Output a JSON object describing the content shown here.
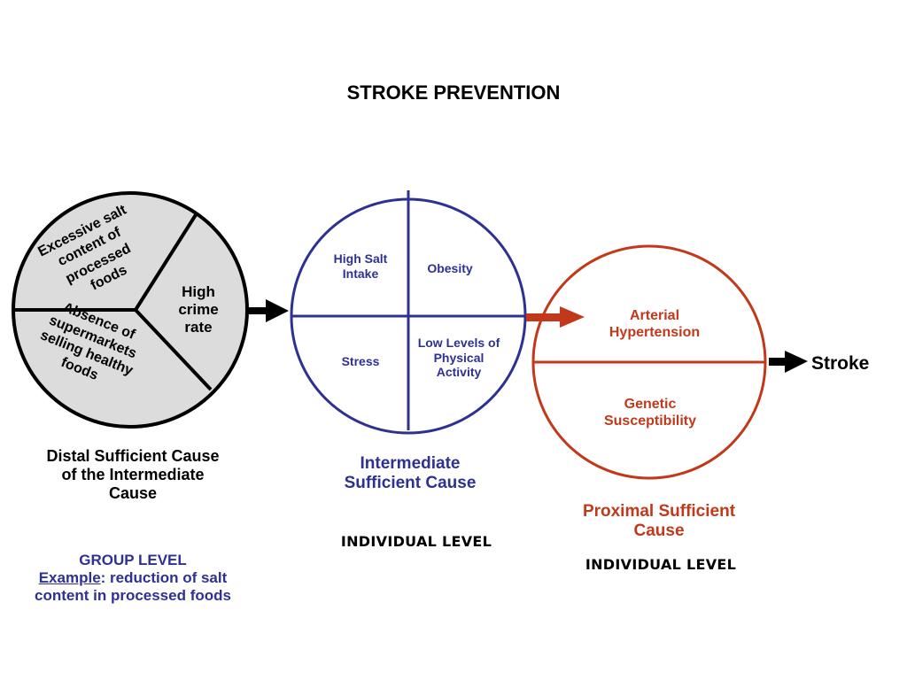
{
  "title": "STROKE PREVENTION",
  "colors": {
    "distal": "#000000",
    "intermediate": "#2e3192",
    "proximal": "#c1391a",
    "distal_fill": "#dcdcdc"
  },
  "distal_circle": {
    "segments": [
      {
        "label": "Excessive salt content of processed foods"
      },
      {
        "label": "High crime rate"
      },
      {
        "label": "Absence of supermarkets selling healthy foods"
      }
    ],
    "caption": "Distal Sufficient Cause of the Intermediate Cause",
    "level": "GROUP LEVEL",
    "example_label": "Example",
    "example_text": ": reduction of salt content in processed foods"
  },
  "intermediate_circle": {
    "quadrants": [
      {
        "label": "High Salt Intake"
      },
      {
        "label": "Obesity"
      },
      {
        "label": "Stress"
      },
      {
        "label": "Low Levels of Physical Activity"
      }
    ],
    "caption": "Intermediate Sufficient Cause",
    "level": "INDIVIDUAL LEVEL"
  },
  "proximal_circle": {
    "halves": [
      {
        "label": "Arterial Hypertension"
      },
      {
        "label": "Genetic Susceptibility"
      }
    ],
    "caption": "Proximal Sufficient Cause",
    "level": "INDIVIDUAL LEVEL"
  },
  "outcome": "Stroke"
}
